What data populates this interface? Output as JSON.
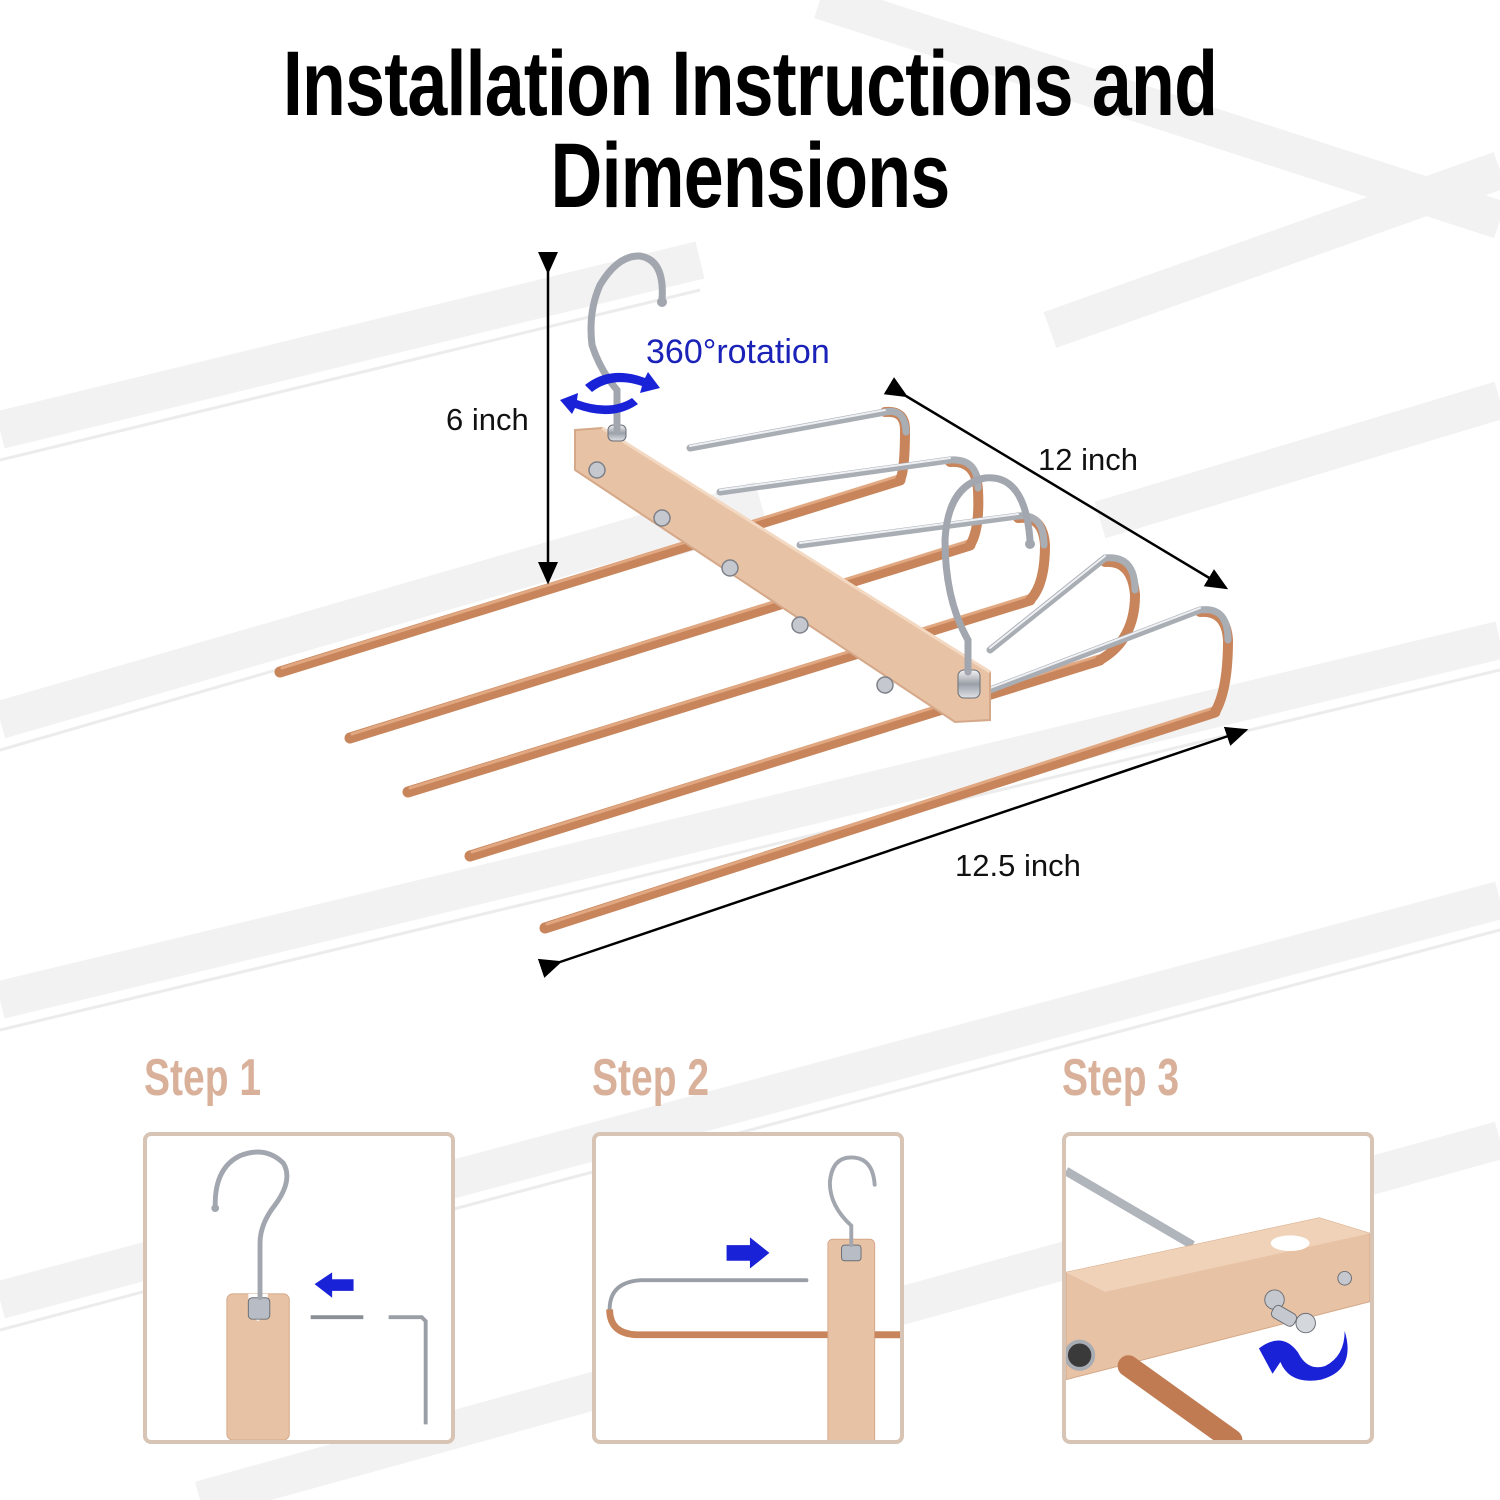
{
  "header": {
    "title": "Installation Instructions and Dimensions"
  },
  "dimensions": {
    "height_label": "6 inch",
    "depth_label": "12 inch",
    "length_label": "12.5 inch",
    "rotation_label": "360°rotation"
  },
  "steps": [
    {
      "label": "Step 1",
      "illustration": "hook-insert-into-wooden-bar-with-screw-and-allen-key"
    },
    {
      "label": "Step 2",
      "illustration": "slide-rod-into-wooden-bar"
    },
    {
      "label": "Step 3",
      "illustration": "tighten-cap-nut-on-bar"
    }
  ],
  "icons": {
    "rotation": "circular-arrows-icon",
    "direction_left": "arrow-left-icon",
    "direction_right": "arrow-right-icon",
    "tighten": "curved-arrow-icon"
  },
  "colors": {
    "title": "#000000",
    "step_title": "#d9b19a",
    "step_border": "#d8c4b4",
    "accent_blue": "#1a22d8",
    "rotation_text": "#1a22b8",
    "copper_rod": "#c8845a",
    "wood": "#e8c2a4",
    "chrome": "#b8bcc4"
  }
}
